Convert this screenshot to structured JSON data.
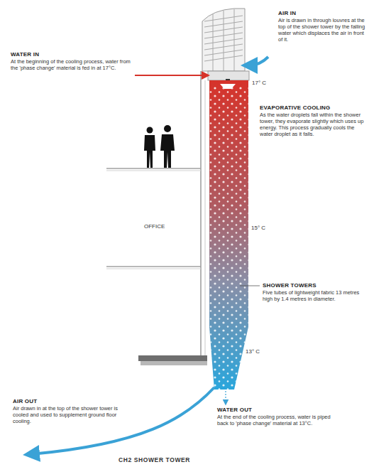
{
  "diagram": {
    "caption": "CH2 SHOWER TOWER",
    "labels": [
      "WATER IN",
      "At the beginning of the cooling process, water from the 'phase change' material is fed in at 17°C.",
      "AIR IN",
      "Air is drawn in through louvres at the top of the shower tower by the falling water which displaces the air in front of it.",
      "17° C",
      "EVAPORATIVE COOLING",
      "As the water droplets fall within the shower tower, they evaporate slightly which uses up energy. This process gradually cools the water droplet as it falls.",
      "OFFICE",
      "15° C",
      "SHOWER TOWERS",
      "Five tubes of lightweight fabric 13 metres high by 1.4 metres in diameter.",
      "13° C",
      "AIR OUT",
      "Air drawn in at the top of the shower tower is cooled and used to supplement ground floor cooling.",
      "WATER OUT",
      "At the end of the cooling process, water is piped back to 'phase change' material at 13°C."
    ]
  }
}
